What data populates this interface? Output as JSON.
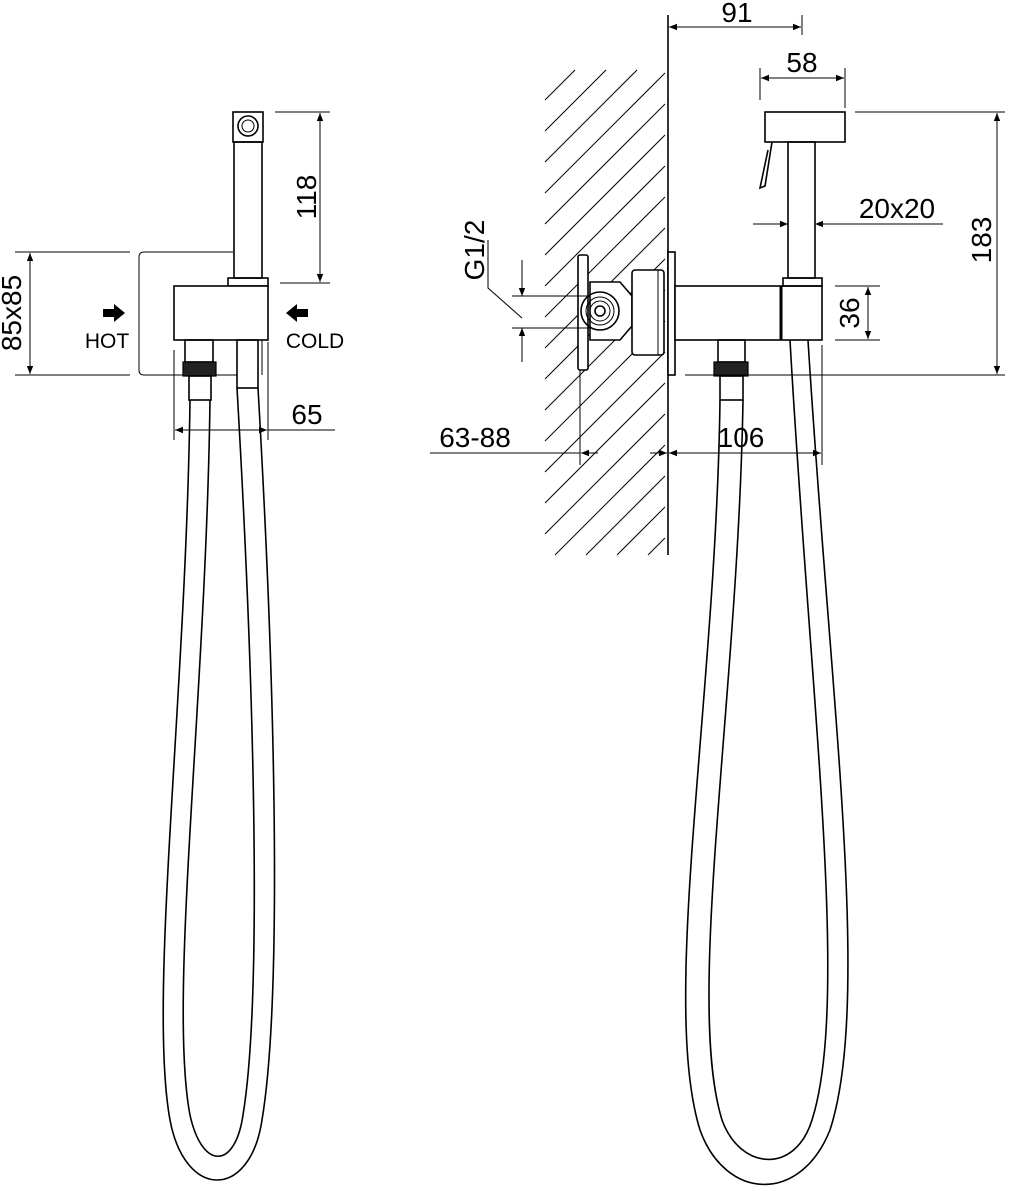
{
  "drawing": {
    "left_view": {
      "dim_spout_height": "118",
      "dim_plate": "85x85",
      "dim_depth": "65",
      "label_hot": "HOT",
      "label_cold": "COLD"
    },
    "right_view": {
      "dim_projection": "91",
      "dim_head_width": "58",
      "dim_tube_section": "20x20",
      "dim_total_height": "183",
      "dim_body_height": "36",
      "dim_thread": "G1/2",
      "dim_wall_depth": "63-88",
      "dim_body_length": "106"
    },
    "colors": {
      "line": "#000000",
      "background": "#ffffff"
    }
  }
}
